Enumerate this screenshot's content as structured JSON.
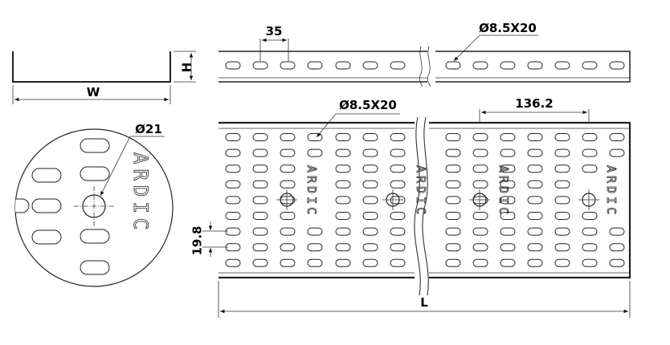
{
  "dimensions": {
    "slot_pitch": "35",
    "slot_size_top": "Ø8.5X20",
    "slot_size_main": "Ø8.5X20",
    "hole_pitch": "136.2",
    "height_label": "H",
    "width_label": "W",
    "hole_diameter": "Ø21",
    "row_pitch": "19.8",
    "length_label": "L"
  },
  "brand_mark": "ARDIC",
  "colors": {
    "line": "#222222",
    "background": "#ffffff"
  }
}
